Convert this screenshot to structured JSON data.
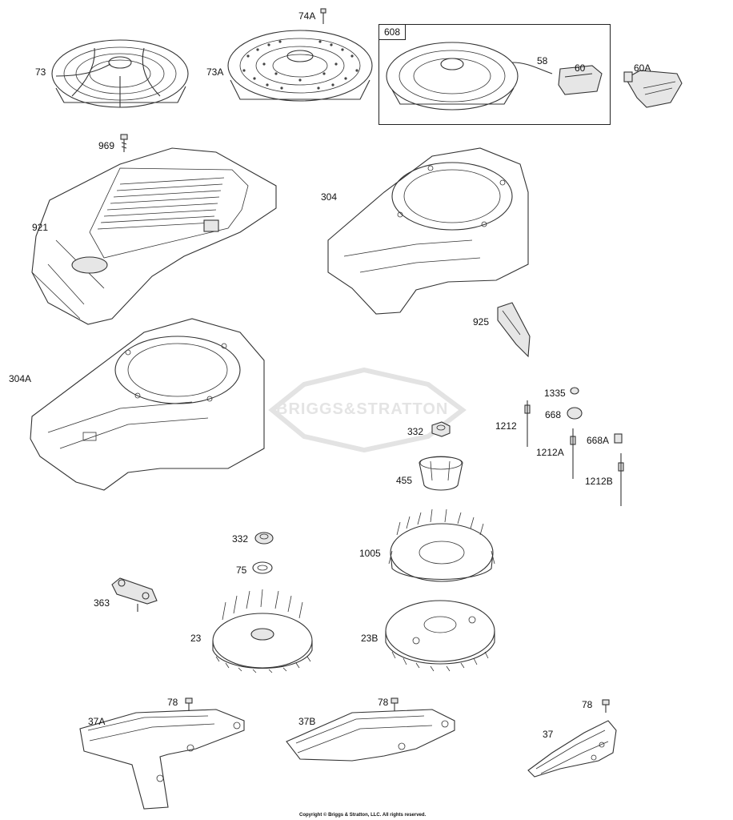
{
  "watermark": "BRIGGS&STRATTON",
  "copyright": "Copyright © Briggs & Stratton, LLC. All rights reserved.",
  "kit_label": "608",
  "parts": [
    {
      "id": "73"
    },
    {
      "id": "73A"
    },
    {
      "id": "74A"
    },
    {
      "id": "58"
    },
    {
      "id": "60"
    },
    {
      "id": "60A"
    },
    {
      "id": "969"
    },
    {
      "id": "921"
    },
    {
      "id": "304"
    },
    {
      "id": "925"
    },
    {
      "id": "304A"
    },
    {
      "id": "1335"
    },
    {
      "id": "1212"
    },
    {
      "id": "668"
    },
    {
      "id": "332"
    },
    {
      "id": "668A"
    },
    {
      "id": "1212A"
    },
    {
      "id": "455"
    },
    {
      "id": "1212B"
    },
    {
      "id": "332"
    },
    {
      "id": "1005"
    },
    {
      "id": "75"
    },
    {
      "id": "363"
    },
    {
      "id": "23"
    },
    {
      "id": "23B"
    },
    {
      "id": "78"
    },
    {
      "id": "78"
    },
    {
      "id": "78"
    },
    {
      "id": "37A"
    },
    {
      "id": "37B"
    },
    {
      "id": "37"
    }
  ]
}
